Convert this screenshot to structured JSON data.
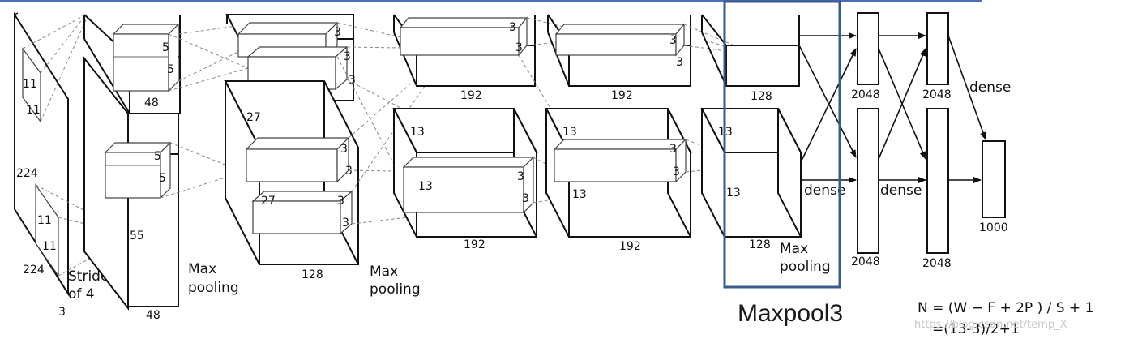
{
  "labels": {
    "input_224_a": "224",
    "input_224_b": "224",
    "input_3": "3",
    "k11_a": "11",
    "k11_b": "11",
    "k11_c": "11",
    "k11_d": "11",
    "stride": "Stride",
    "stride_of": "of 4",
    "c1_55_a": "55",
    "c1_55_b": "55",
    "c1_48_a": "48",
    "c1_48_b": "48",
    "k5_a": "5",
    "k5_b": "5",
    "k5_c": "5",
    "k5_d": "5",
    "maxpool_1_a": "Max",
    "maxpool_1_b": "pooling",
    "c2_27_a": "27",
    "c2_27_b": "27",
    "c2_128_a": "128",
    "c2_128_b": "128",
    "k3_1": "3",
    "k3_2": "3",
    "k3_3": "3",
    "k3_4": "3",
    "k3_5": "3",
    "k3_6": "3",
    "k3_7": "3",
    "maxpool_2_a": "Max",
    "maxpool_2_b": "pooling",
    "c3_192_a": "192",
    "c3_192_b": "192",
    "c3_13_a": "13",
    "c3_13_b": "13",
    "k3_8": "3",
    "k3_9": "3",
    "k3_10": "3",
    "k3_11": "3",
    "c4_192_a": "192",
    "c4_192_b": "192",
    "c4_13_a": "13",
    "c4_13_b": "13",
    "k3_12": "3",
    "k3_13": "3",
    "k3_14": "3",
    "k3_15": "3",
    "c5_128_a": "128",
    "c5_128_b": "128",
    "c5_13_a": "13",
    "c5_13_b": "13",
    "maxpool_3_a": "Max",
    "maxpool_3_b": "pooling",
    "dense_1": "dense",
    "dense_2": "dense",
    "dense_3": "dense",
    "fc_2048_a": "2048",
    "fc_2048_b": "2048",
    "fc_2048_c": "2048",
    "fc_2048_d": "2048",
    "out_1000": "1000"
  },
  "caption": "Maxpool3",
  "formula": {
    "line1": "N = (W − F + 2P ) / S + 1",
    "line2": "=(13-3)/2+1"
  },
  "watermark": "https://blog.csdn.net/temp_X",
  "highlight_color": "#3a5a8c",
  "topbar_color": "#4a6fb8"
}
